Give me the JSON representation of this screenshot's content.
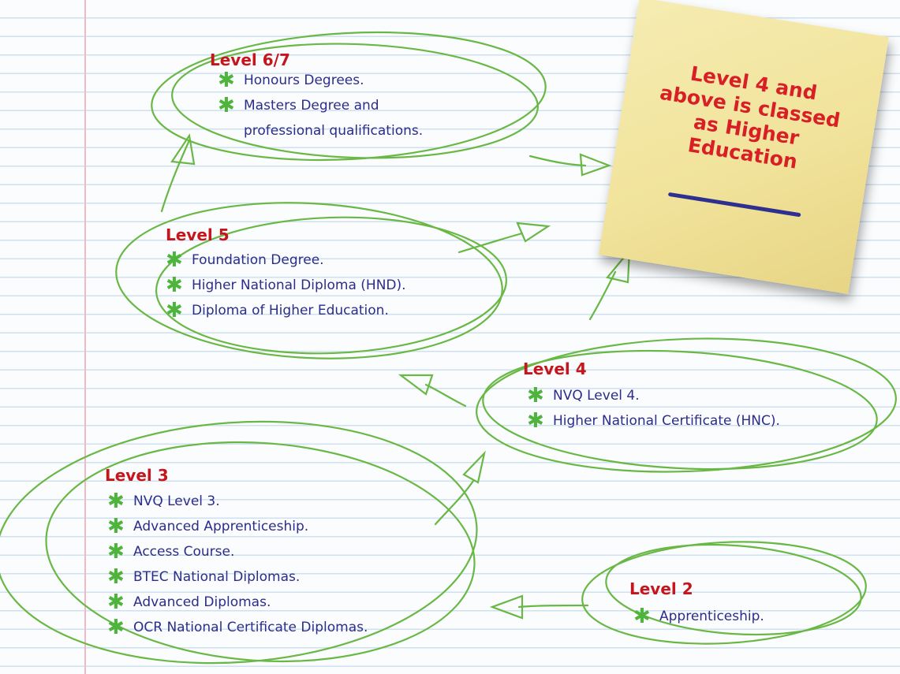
{
  "note": {
    "text": "Level 4 and above is classed as Higher Education"
  },
  "levels": {
    "l67": {
      "title": "Level 6/7",
      "items": [
        "Honours Degrees.",
        "Masters Degree and",
        "professional qualifications."
      ]
    },
    "l5": {
      "title": "Level 5",
      "items": [
        "Foundation Degree.",
        "Higher National Diploma (HND).",
        "Diploma of Higher Education."
      ]
    },
    "l4": {
      "title": "Level 4",
      "items": [
        "NVQ Level 4.",
        "Higher National Certificate (HNC)."
      ]
    },
    "l3": {
      "title": "Level 3",
      "items": [
        "NVQ Level 3.",
        "Advanced Apprenticeship.",
        "Access Course.",
        "BTEC National Diplomas.",
        "Advanced Diplomas.",
        "OCR National Certificate Diplomas."
      ]
    },
    "l2": {
      "title": "Level 2",
      "items": [
        "Apprenticeship."
      ]
    }
  },
  "colors": {
    "level_title": "#c4161c",
    "item_text": "#2b2d8a",
    "bullet": "#4fb43c",
    "loop_stroke": "#69b845",
    "note_text": "#d81f26"
  },
  "icons": {
    "bullet": "green-star-icon",
    "connector": "hand-drawn-arrow-icon"
  }
}
